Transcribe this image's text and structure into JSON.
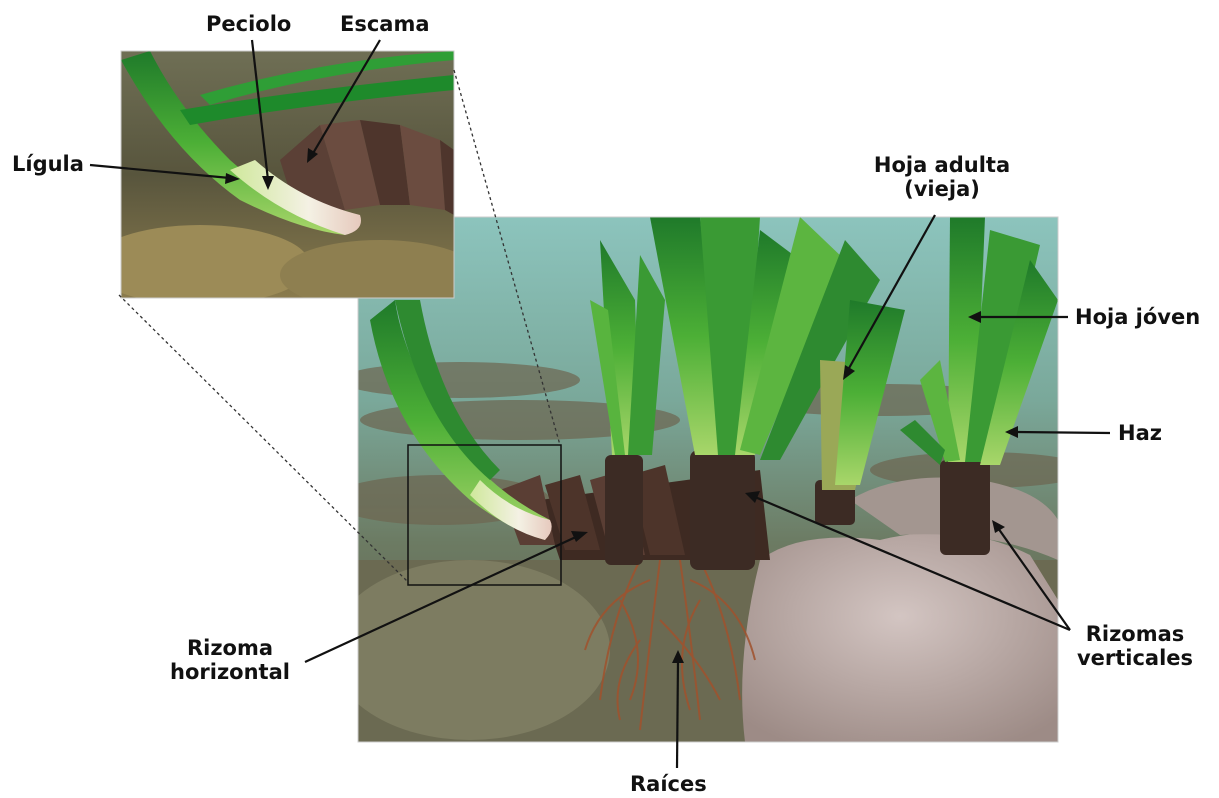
{
  "labels": {
    "peciolo": "Peciolo",
    "escama": "Escama",
    "ligula": "Lígula",
    "hoja_adulta": [
      "Hoja adulta",
      "(vieja)"
    ],
    "hoja_joven": "Hoja jóven",
    "haz": "Haz",
    "rizoma_horizontal": [
      "Rizoma",
      "horizontal"
    ],
    "rizomas_verticales": [
      "Rizomas",
      "verticales"
    ],
    "raices": "Raíces"
  },
  "colors": {
    "text": "#111111",
    "leaf": "#3e9a2e",
    "water": "#7fb3aa",
    "rhizome": "#4b3328",
    "rock": "#b9a9a4"
  }
}
